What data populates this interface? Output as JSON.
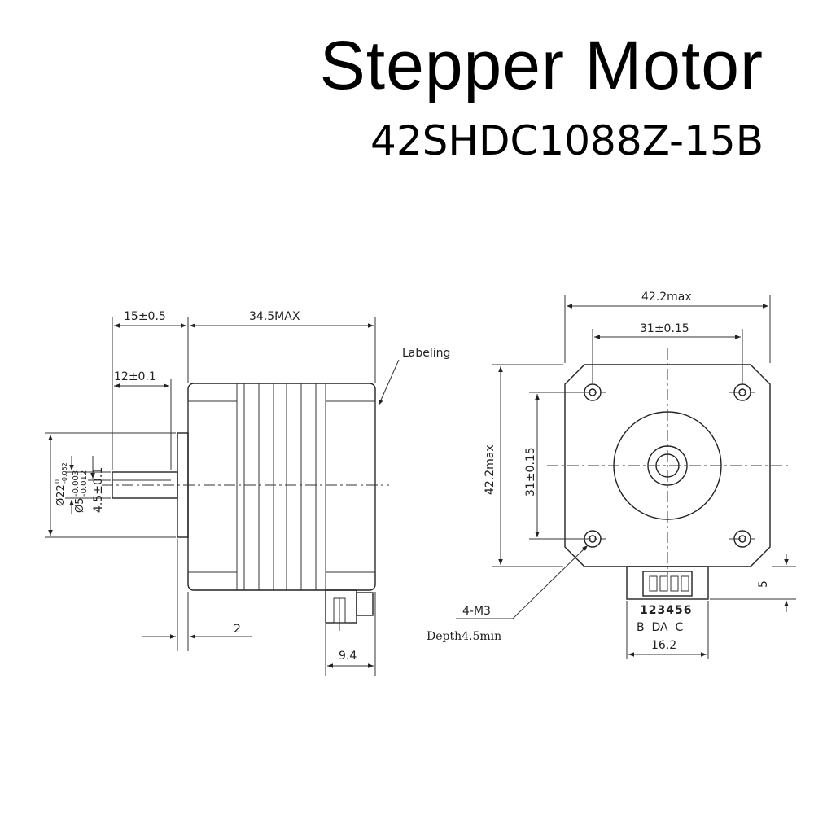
{
  "header": {
    "title": "Stepper Motor",
    "model": "42SHDC1088Z-15B"
  },
  "side_view": {
    "dim_shaft_length": "15±0.5",
    "dim_body_length": "34.5MAX",
    "dim_flat_length": "12±0.1",
    "dim_boss_diameter": "Ø22",
    "dim_boss_tol_upper": "0",
    "dim_boss_tol_lower": "-0.052",
    "dim_shaft_diameter": "Ø5",
    "dim_shaft_tol_upper": "-0.003",
    "dim_shaft_tol_lower": "-0.012",
    "dim_flat_depth": "4.5±0.1",
    "dim_boss_height": "2",
    "dim_connector_length": "9.4",
    "label_callout": "Labeling"
  },
  "front_view": {
    "dim_width": "42.2max",
    "dim_hole_spacing_h": "31±0.15",
    "dim_height": "42.2max",
    "dim_hole_spacing_v": "31±0.15",
    "dim_connector_offset": "5",
    "dim_connector_width": "16.2",
    "hole_callout": "4-M3",
    "hole_depth": "Depth4.5min",
    "pin_numbers": "123456",
    "pin_phases": "B  DA  C"
  }
}
